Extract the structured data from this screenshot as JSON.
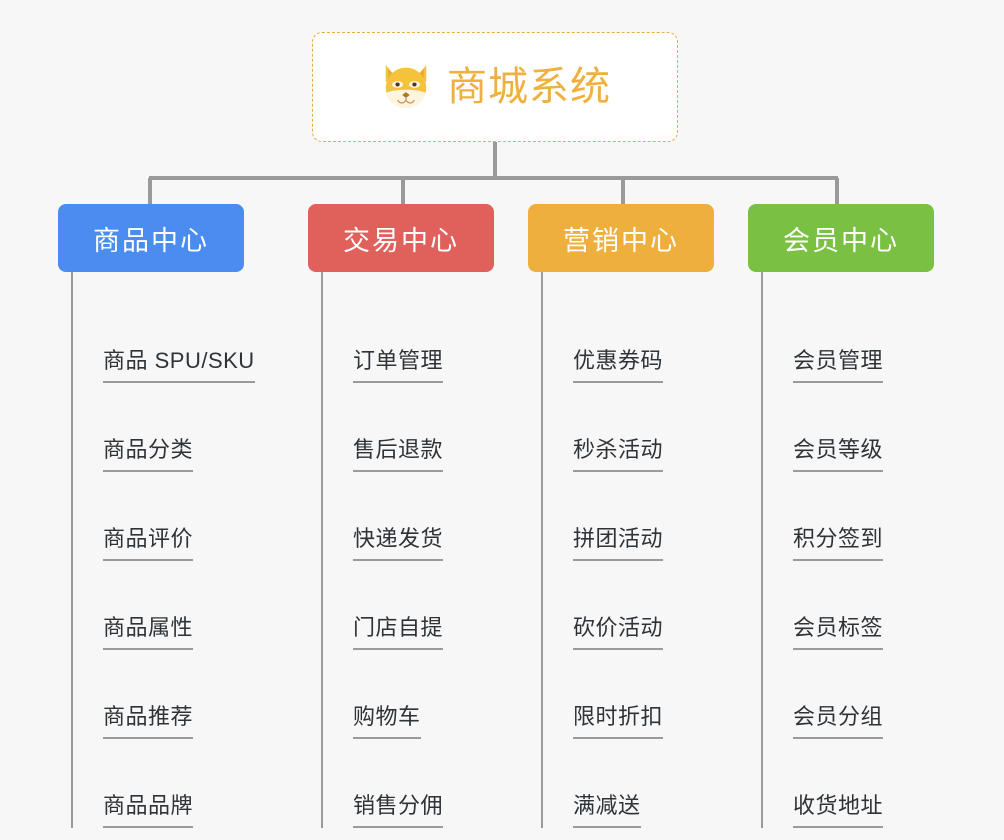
{
  "page": {
    "background_color": "#f7f7f7",
    "title": "商城系统"
  },
  "root": {
    "label": "商城系统",
    "icon": "shiba-dog-face-icon",
    "text_color": "#eeb03e",
    "border_color": "#e9ab43",
    "background_color": "#ffffff"
  },
  "connector": {
    "color": "#9a9a9a"
  },
  "categories": [
    {
      "label": "商品中心",
      "color": "#4a8cf0",
      "items": [
        "商品 SPU/SKU",
        "商品分类",
        "商品评价",
        "商品属性",
        "商品推荐",
        "商品品牌"
      ]
    },
    {
      "label": "交易中心",
      "color": "#e0605c",
      "items": [
        "订单管理",
        "售后退款",
        "快递发货",
        "门店自提",
        "购物车",
        "销售分佣"
      ]
    },
    {
      "label": "营销中心",
      "color": "#eeaf3d",
      "items": [
        "优惠券码",
        "秒杀活动",
        "拼团活动",
        "砍价活动",
        "限时折扣",
        "满减送"
      ]
    },
    {
      "label": "会员中心",
      "color": "#7ac143",
      "items": [
        "会员管理",
        "会员等级",
        "积分签到",
        "会员标签",
        "会员分组",
        "收货地址"
      ]
    }
  ]
}
